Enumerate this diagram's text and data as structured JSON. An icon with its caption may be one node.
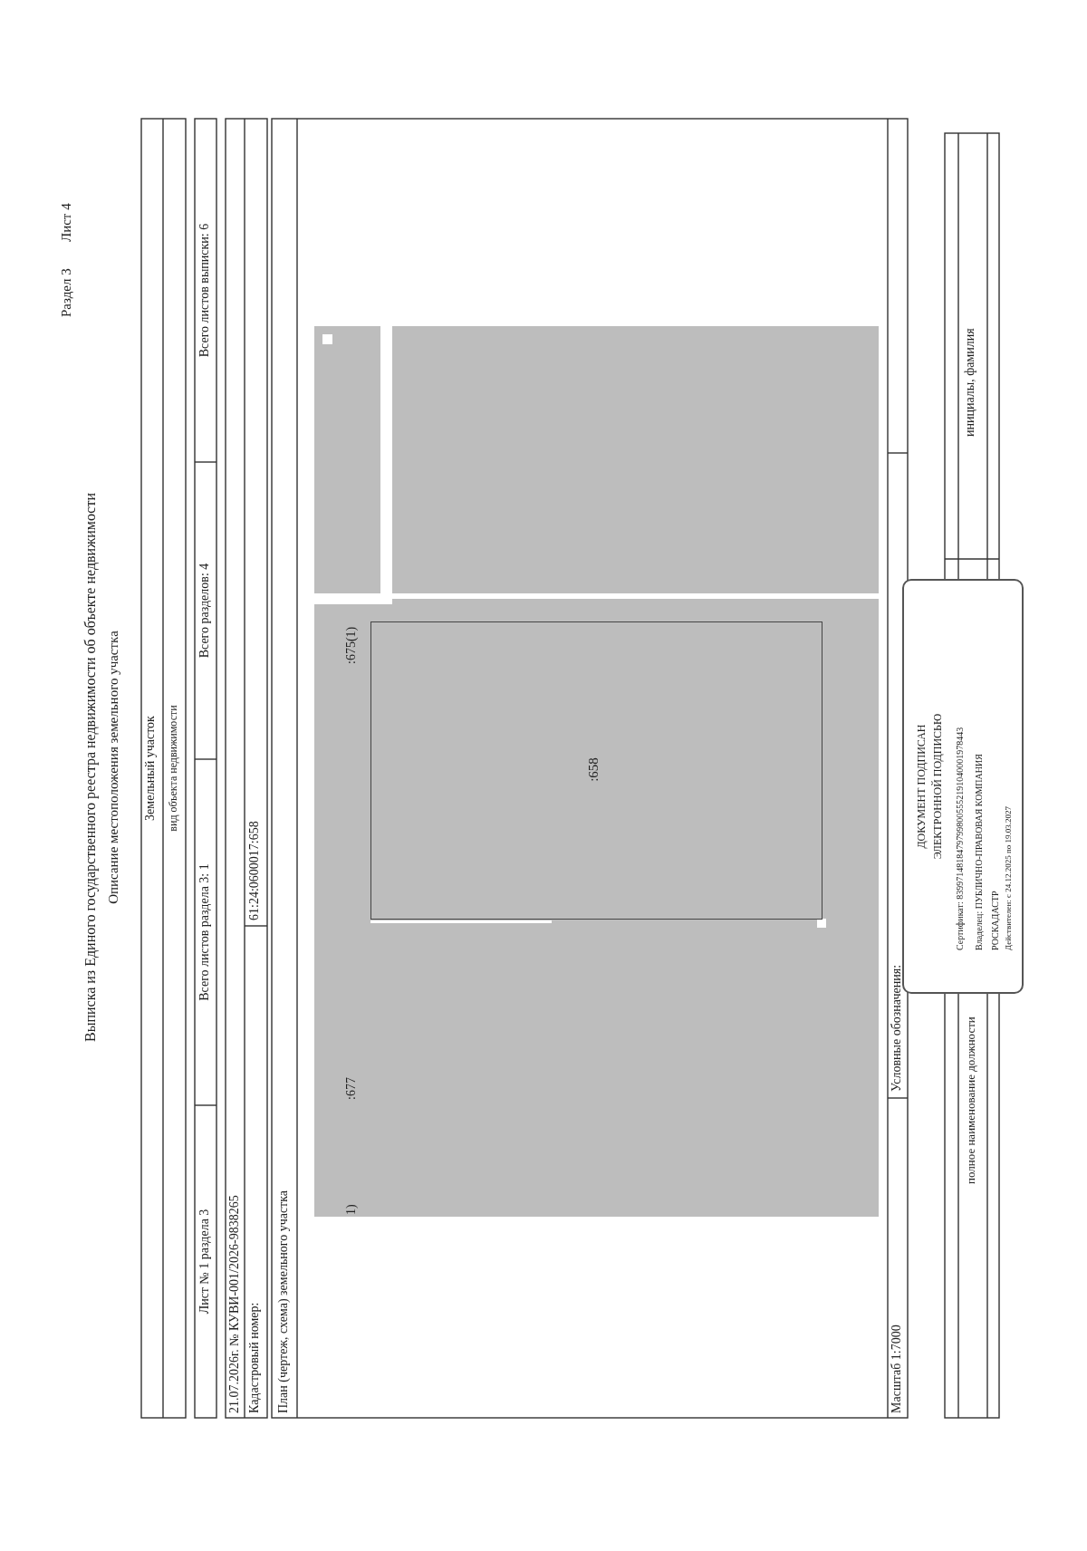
{
  "diagram": {
    "title": "Выписка из Единого государственного реестра недвижимости об объекте недвижимости",
    "nodes": [
      {
        "text": [
          ":658"
        ]
      },
      {
        "text": [
          "ДОКУМЕНТ ПОДПИСАН",
          "ЭЛЕКТРОННОЙ ПОДПИСЬЮ",
          "Сертификат: 83997148184797998005552191040001978443",
          "Владелец: ПУБЛИЧНО-ПРАВОВАЯ КОМПАНИЯ РОСКАДАСТР",
          "Действителен: с 24.12.2025 по 19.03.2027"
        ]
      }
    ],
    "labels": [
      "Раздел 3",
      "Лист 4",
      "Описание местоположения земельного участка",
      "Земельный участок",
      "вид объекта недвижимости",
      "Лист № 1 раздела 3",
      "Всего листов раздела 3: 1",
      "Всего разделов: 4",
      "Всего листов выписки: 6",
      "21.07.2026г. № КУВИ-001/2026-9838265",
      "Кадастровый номер:",
      "61:24:0600017:658",
      "План (чертеж, схема) земельного участка",
      ":675(1)",
      "1)",
      ":677",
      "Масштаб 1:7000",
      "Условные обозначения:",
      "полное наименование должности",
      "инициалы, фамилия"
    ]
  }
}
